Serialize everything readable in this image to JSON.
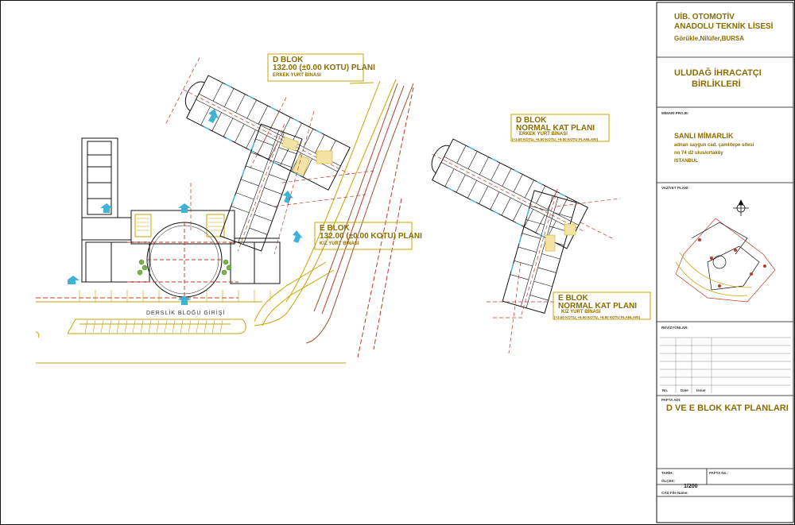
{
  "drawing": {
    "d_ground": {
      "title": "D BLOK",
      "line2": "132.00 (±0.00 KOTU) PLANI",
      "line3": "ERKEK YURT BİNASI"
    },
    "e_ground": {
      "title": "E BLOK",
      "line2": "132.00 (±0.00 KOTU) PLANI",
      "line3": "KIZ YURT BİNASI"
    },
    "d_normal": {
      "title": "D BLOK",
      "line2": "NORMAL KAT PLANI",
      "line3": "ERKEK YURT BİNASI",
      "line4": "(+3.50 KOTU, +6.50 KOTU, +9.50 KOTU PLANLARI)"
    },
    "e_normal": {
      "title": "E BLOK",
      "line2": "NORMAL KAT PLANI",
      "line3": "KIZ YURT BİNASI",
      "line4": "(+3.50 KOTU, +6.50 KOTU, +9.50 KOTU PLANLARI)"
    },
    "entrance_label": "DERSLİK BLOĞU GİRİŞİ"
  },
  "title_block": {
    "school_line1": "UİB. OTOMOTİV",
    "school_line2": "ANADOLU TEKNİK LİSESİ",
    "school_location": "Görükle,Nilüfer,BURSA",
    "client_line1": "ULUDAĞ İHRACATÇI",
    "client_line2": "BİRLİKLERİ",
    "architect_label": "MİMARİ PROJE:",
    "architect_name": "SANLI MİMARLIK",
    "architect_addr1": "adnan saygun cad. çamlıtepe sitesi",
    "architect_addr2": "no 74 d2 ulus/ortaköy",
    "architect_city": "ISTANBUL",
    "site_plan_label": "VAZİYET PLANI:",
    "revisions_label": "REVİZYONLAR:",
    "col_no": "No.",
    "col_date": "Date",
    "col_issue": "Issue",
    "sheet_name_label": "PAFTA ADI:",
    "sheet_name": "D VE E BLOK KAT PLANLARI",
    "date_label": "TARİH:",
    "sheet_no_label": "PAFTA No.:",
    "scale_label": "ÖLÇEK:",
    "scale_value": "1/200",
    "cad_label": "CAD File Name:"
  }
}
